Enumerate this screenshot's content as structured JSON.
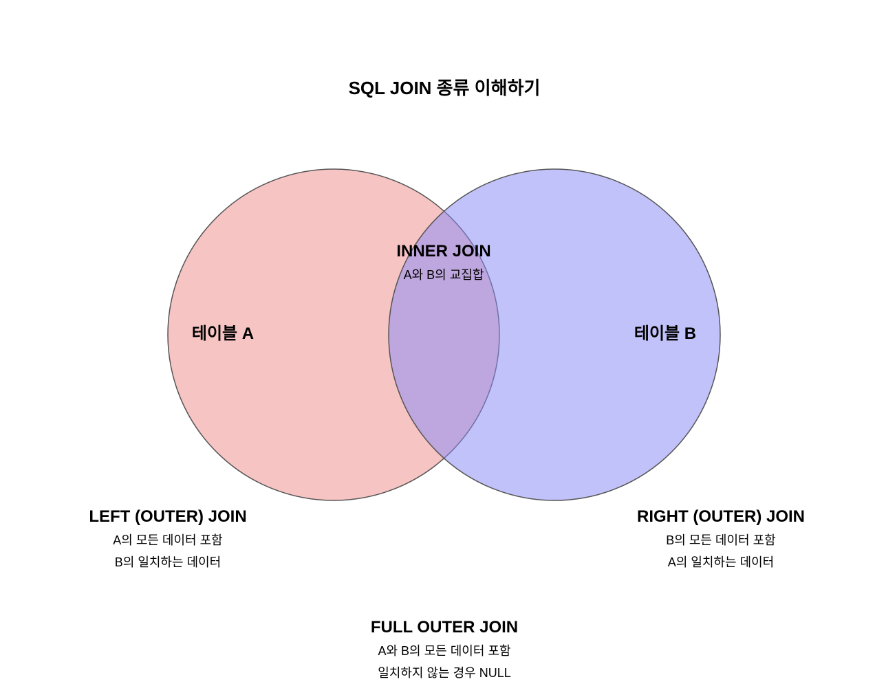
{
  "title": "SQL JOIN 종류 이해하기",
  "colors": {
    "table_a": "#ef8a8a",
    "table_b": "#8a8af5",
    "stroke": "#555555"
  },
  "table_a": {
    "label": "테이블 A"
  },
  "table_b": {
    "label": "테이블 B"
  },
  "inner_join": {
    "title": "INNER JOIN",
    "desc": "A와 B의 교집합"
  },
  "left_join": {
    "title": "LEFT (OUTER) JOIN",
    "lines": [
      "A의 모든 데이터 포함",
      "B의 일치하는 데이터"
    ]
  },
  "right_join": {
    "title": "RIGHT (OUTER) JOIN",
    "lines": [
      "B의 모든 데이터 포함",
      "A의 일치하는 데이터"
    ]
  },
  "full_join": {
    "title": "FULL OUTER JOIN",
    "lines": [
      "A와 B의 모든 데이터 포함",
      "일치하지 않는 경우 NULL"
    ]
  }
}
